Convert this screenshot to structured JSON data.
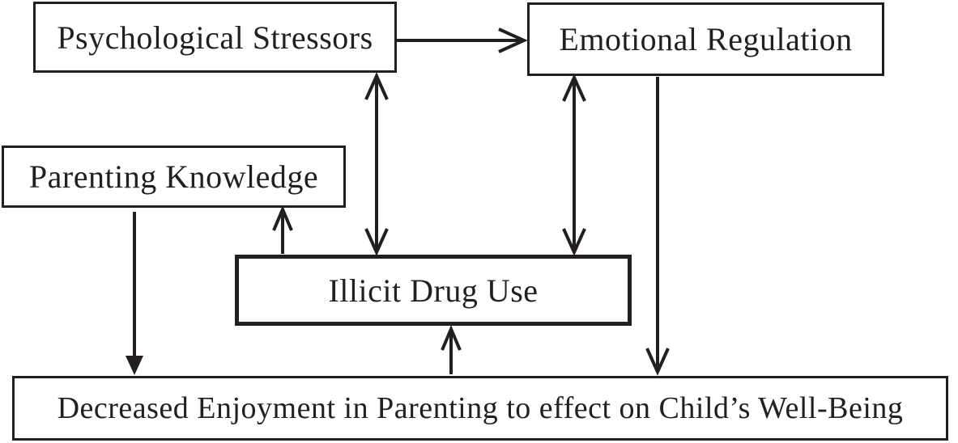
{
  "diagram": {
    "background_color": "#ffffff",
    "line_color": "#231f20",
    "nodes": [
      {
        "id": "psychological-stressors",
        "label": "Psychological Stressors"
      },
      {
        "id": "emotional-regulation",
        "label": "Emotional Regulation"
      },
      {
        "id": "parenting-knowledge",
        "label": "Parenting Knowledge"
      },
      {
        "id": "illicit-drug-use",
        "label": "Illicit Drug Use"
      },
      {
        "id": "decreased-enjoyment",
        "label": "Decreased Enjoyment in Parenting to effect on Child’s Well-Being"
      }
    ],
    "edges": [
      {
        "from": "psychological-stressors",
        "to": "emotional-regulation",
        "style": "open-arrow",
        "direction": "one-way"
      },
      {
        "from": "psychological-stressors",
        "to": "illicit-drug-use",
        "style": "open-arrow",
        "direction": "two-way"
      },
      {
        "from": "emotional-regulation",
        "to": "illicit-drug-use",
        "style": "open-arrow",
        "direction": "two-way"
      },
      {
        "from": "emotional-regulation",
        "to": "decreased-enjoyment",
        "style": "open-arrow",
        "direction": "one-way"
      },
      {
        "from": "illicit-drug-use",
        "to": "parenting-knowledge",
        "style": "open-arrow",
        "direction": "one-way"
      },
      {
        "from": "parenting-knowledge",
        "to": "decreased-enjoyment",
        "style": "filled-arrow",
        "direction": "one-way"
      },
      {
        "from": "decreased-enjoyment",
        "to": "illicit-drug-use",
        "style": "open-arrow",
        "direction": "one-way"
      }
    ]
  }
}
